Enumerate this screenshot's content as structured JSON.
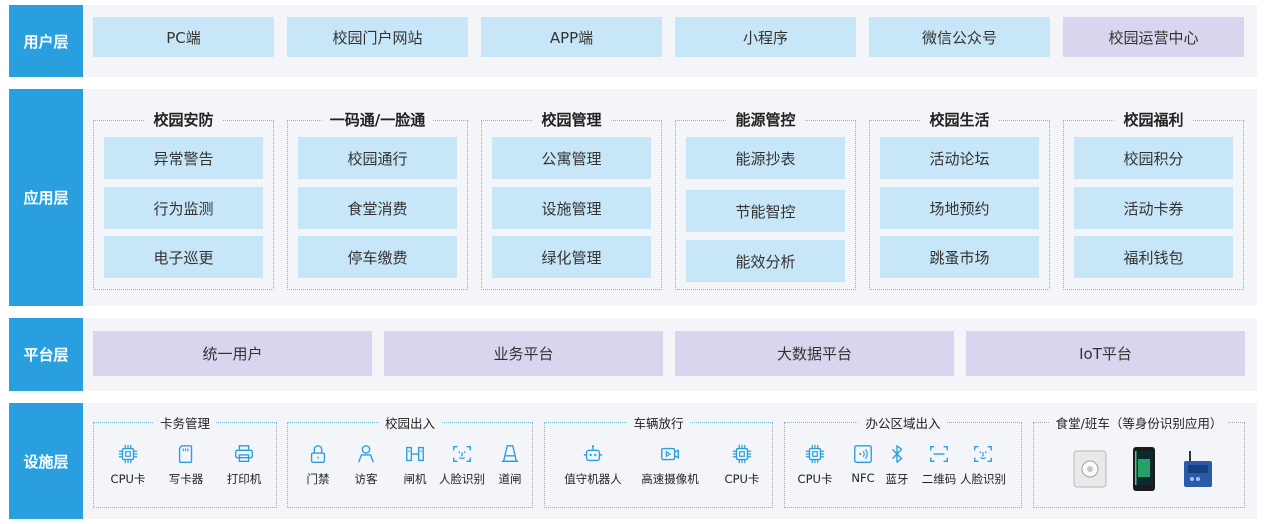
{
  "layers": {
    "user": {
      "label": "用户层",
      "items": [
        "PC端",
        "校园门户网站",
        "APP端",
        "小程序",
        "微信公众号",
        "校园运营中心"
      ]
    },
    "app": {
      "label": "应用层",
      "groups": [
        {
          "title": "校园安防",
          "items": [
            "异常警告",
            "行为监测",
            "电子巡更"
          ]
        },
        {
          "title": "一码通/一脸通",
          "items": [
            "校园通行",
            "食堂消费",
            "停车缴费"
          ]
        },
        {
          "title": "校园管理",
          "items": [
            "公寓管理",
            "设施管理",
            "绿化管理"
          ]
        },
        {
          "title": "能源管控",
          "items": [
            "能源抄表",
            "节能智控",
            "能效分析"
          ]
        },
        {
          "title": "校园生活",
          "items": [
            "活动论坛",
            "场地预约",
            "跳蚤市场"
          ]
        },
        {
          "title": "校园福利",
          "items": [
            "校园积分",
            "活动卡券",
            "福利钱包"
          ]
        }
      ]
    },
    "platform": {
      "label": "平台层",
      "items": [
        "统一用户",
        "业务平台",
        "大数据平台",
        "IoT平台"
      ]
    },
    "infra": {
      "label": "设施层",
      "groups": [
        {
          "title": "卡务管理",
          "devices": [
            {
              "label": "CPU卡",
              "icon": "chip-icon"
            },
            {
              "label": "写卡器",
              "icon": "sd-card-icon"
            },
            {
              "label": "打印机",
              "icon": "printer-icon"
            }
          ]
        },
        {
          "title": "校园出入",
          "devices": [
            {
              "label": "门禁",
              "icon": "lock-icon"
            },
            {
              "label": "访客",
              "icon": "person-icon"
            },
            {
              "label": "闸机",
              "icon": "gate-icon"
            },
            {
              "label": "人脸识别",
              "icon": "face-scan-icon"
            },
            {
              "label": "道闸",
              "icon": "barrier-icon"
            }
          ]
        },
        {
          "title": "车辆放行",
          "devices": [
            {
              "label": "值守机器人",
              "icon": "robot-icon"
            },
            {
              "label": "高速摄像机",
              "icon": "camera-icon"
            },
            {
              "label": "CPU卡",
              "icon": "chip-icon"
            }
          ]
        },
        {
          "title": "办公区域出入",
          "devices": [
            {
              "label": "CPU卡",
              "icon": "chip-icon"
            },
            {
              "label": "NFC",
              "icon": "nfc-icon"
            },
            {
              "label": "蓝牙",
              "icon": "bluetooth-icon"
            },
            {
              "label": "二维码",
              "icon": "qr-scan-icon"
            },
            {
              "label": "人脸识别",
              "icon": "face-scan-icon"
            }
          ]
        },
        {
          "title": "食堂/班车（等身份识别应用）",
          "devices": [
            {
              "icon": "card-reader-photo"
            },
            {
              "icon": "face-terminal-photo"
            },
            {
              "icon": "iot-device-photo"
            }
          ]
        }
      ]
    }
  },
  "colors": {
    "accent": "#2a9fe0",
    "blue_box": "#c7e6f7",
    "purple_box": "#d8d5ee",
    "icon": "#2a9fe0",
    "dotted_border": "#6fc0dd"
  }
}
